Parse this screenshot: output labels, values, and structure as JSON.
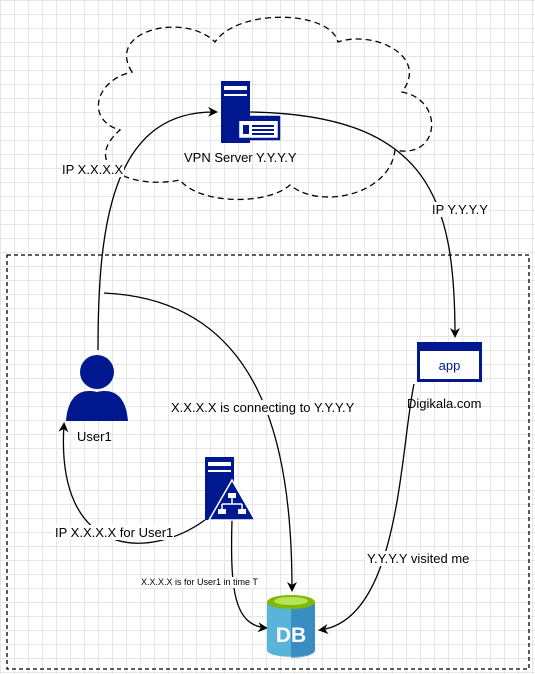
{
  "nodes": {
    "vpn_server": "VPN Server Y.Y.Y.Y",
    "app_icon_text": "app",
    "website": "Digikala.com",
    "user": "User1",
    "db_icon_text": "DB"
  },
  "edges": {
    "user_to_vpn": "IP X.X.X.X",
    "vpn_to_app": "IP Y.Y.Y.Y",
    "user_to_db": "X.X.X.X is connecting to Y.Y.Y.Y",
    "isp_to_user": "IP X.X.X.X for User1",
    "isp_to_db": "X.X.X.X is for User1 in time T",
    "app_to_db": "Y.Y.Y.Y visited me"
  },
  "colors": {
    "icon_blue": "#00188f",
    "db_top": "#7fba00",
    "db_body_light": "#59b4d9",
    "db_body_dark": "#1e6fb0"
  },
  "icons": [
    "cloud-shape",
    "server-icon",
    "app-window-icon",
    "user-icon",
    "network-server-icon",
    "database-icon"
  ]
}
